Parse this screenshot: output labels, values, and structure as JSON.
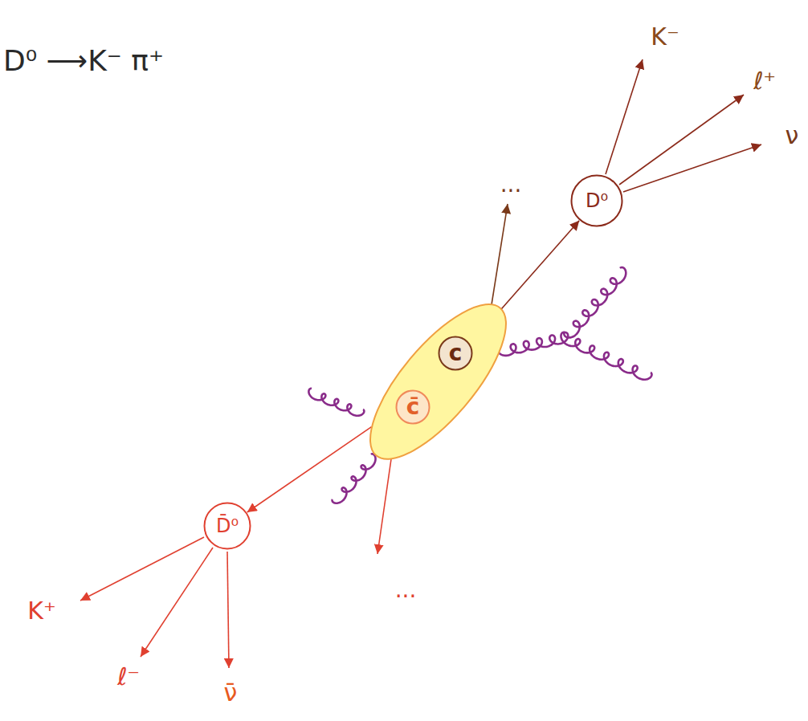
{
  "diagram": {
    "title": "D⁰ ⟶K⁻ π⁺",
    "nodes": [
      {
        "text": [
          "D⁰"
        ]
      },
      {
        "text": []
      },
      {
        "text": [
          "c"
        ],
        "in": 1
      },
      {
        "text": [
          "c̄"
        ],
        "in": 1
      },
      {
        "text": [
          "D̄⁰"
        ]
      }
    ],
    "edges": [
      {
        "from": 1,
        "to": 0,
        "arrow": "to"
      },
      {
        "from": 1,
        "to": 4,
        "arrow": "to"
      }
    ],
    "labels": [
      "K⁻",
      "ℓ⁺",
      "ν",
      "...",
      "...",
      "K⁺",
      "ℓ⁻",
      "ν̄"
    ]
  }
}
